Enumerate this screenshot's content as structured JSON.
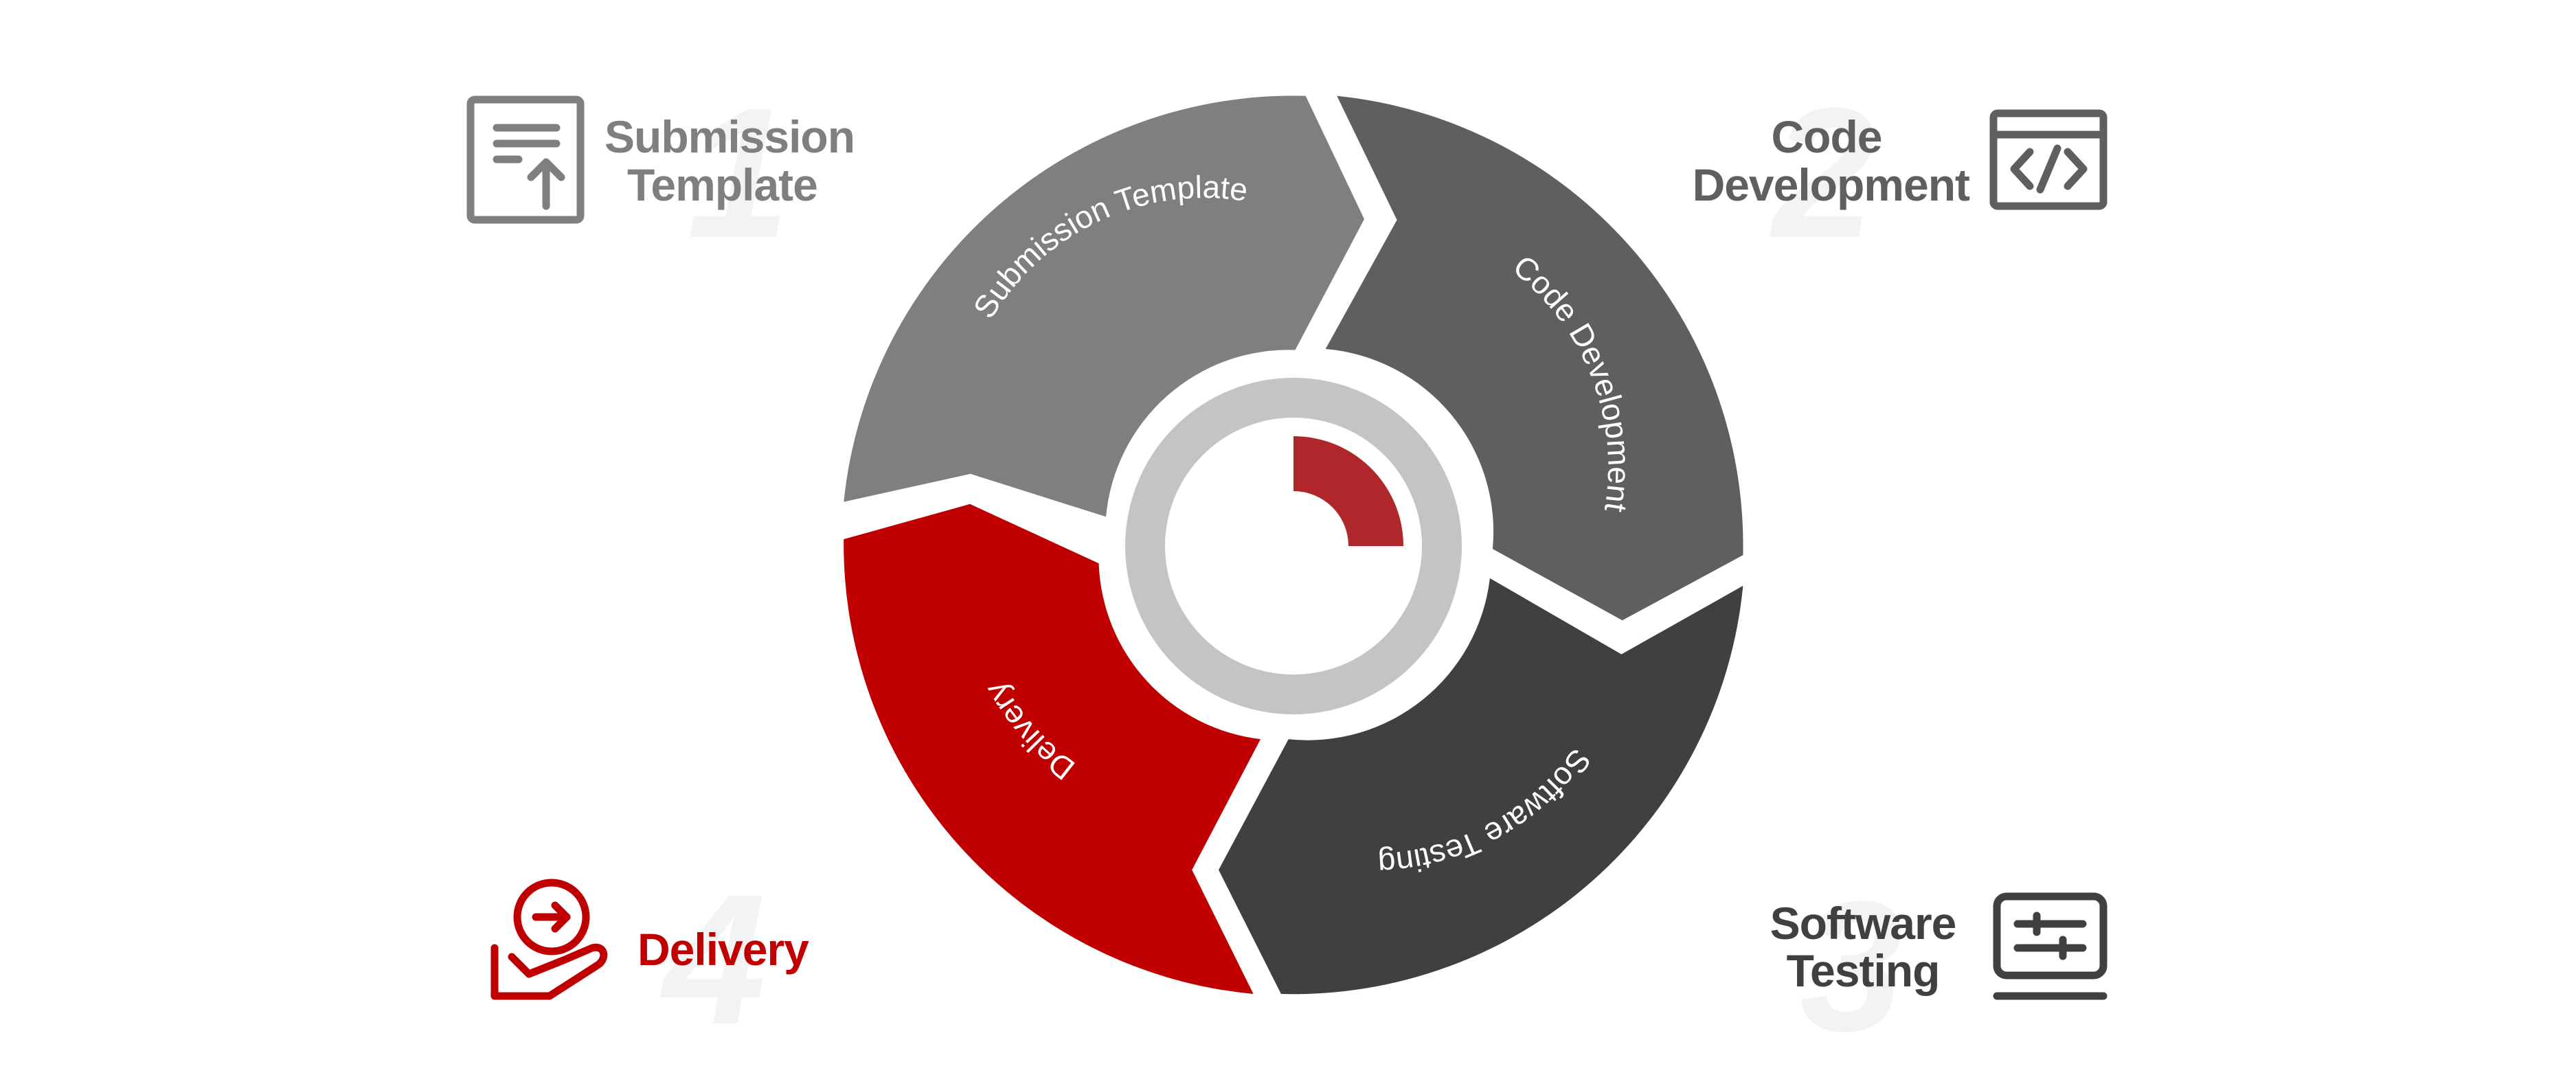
{
  "colors": {
    "background": "#ffffff",
    "submission": "#7f7f7f",
    "code": "#5f5f5f",
    "testing": "#404040",
    "delivery": "#c00000",
    "ring": "#c4c4c4",
    "progress_arc": "#b0272b",
    "number_watermark": "#f3f3f3"
  },
  "cycle": {
    "segments": [
      {
        "id": "submission",
        "label": "Submission Template",
        "color": "#7f7f7f"
      },
      {
        "id": "code",
        "label": "Code Development",
        "color": "#5f5f5f"
      },
      {
        "id": "testing",
        "label": "Software Testing",
        "color": "#404040"
      },
      {
        "id": "delivery",
        "label": "Delivery",
        "color": "#c00000"
      }
    ],
    "progress_fraction": 0.25
  },
  "corners": {
    "submission": {
      "number": "1",
      "title_line1": "Submission",
      "title_line2": "Template",
      "icon": "document-upload-icon",
      "color": "#7f7f7f"
    },
    "code": {
      "number": "2",
      "title_line1": "Code",
      "title_line2": "Development",
      "icon": "code-window-icon",
      "color": "#5f5f5f"
    },
    "testing": {
      "number": "3",
      "title_line1": "Software",
      "title_line2": "Testing",
      "icon": "sliders-monitor-icon",
      "color": "#404040"
    },
    "delivery": {
      "number": "4",
      "title_line1": "Delivery",
      "icon": "hand-delivery-icon",
      "color": "#c00000"
    }
  }
}
